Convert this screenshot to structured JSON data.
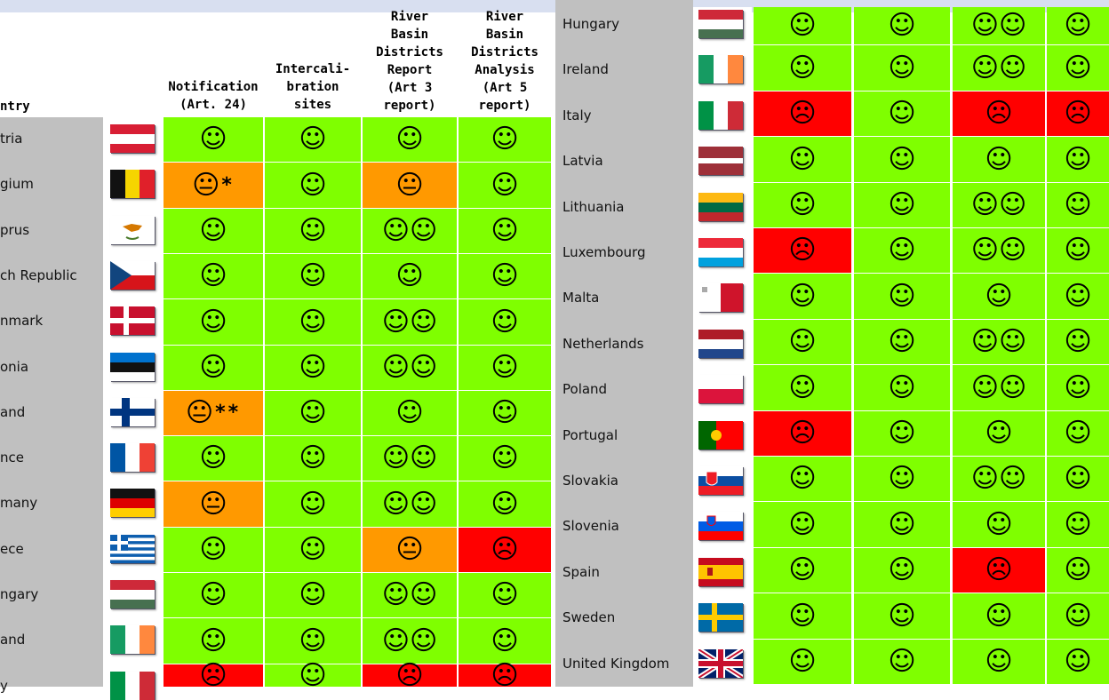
{
  "headers": [
    {
      "key": "country",
      "label": "ntry"
    },
    {
      "key": "notification",
      "label": "Notification\n(Art. 24)"
    },
    {
      "key": "intercal",
      "label": "Intercali-\nbration\nsites"
    },
    {
      "key": "art3",
      "label": "River\nBasin\nDistricts\nReport\n(Art 3\nreport)"
    },
    {
      "key": "art5",
      "label": "River\nBasin\nDistricts\nAnalysis\n(Art 5\nreport)"
    }
  ],
  "symbols": {
    "good": "☺",
    "neutral": "😐",
    "bad": "☹"
  },
  "colors": {
    "good": "#7fff00",
    "warn": "#ff9900",
    "bad": "#ff0000",
    "label_bg": "#c0c0c0"
  },
  "left_rows": [
    {
      "label": "tria",
      "flag": "austria",
      "cells": [
        [
          "good",
          "good",
          1,
          ""
        ],
        [
          "good",
          "good",
          1,
          ""
        ],
        [
          "good",
          "good",
          1,
          ""
        ],
        [
          "good",
          "good",
          1,
          ""
        ]
      ]
    },
    {
      "label": "gium",
      "flag": "belgium",
      "cells": [
        [
          "warn",
          "neutral",
          1,
          "*"
        ],
        [
          "good",
          "good",
          1,
          ""
        ],
        [
          "warn",
          "neutral",
          1,
          ""
        ],
        [
          "good",
          "good",
          1,
          ""
        ]
      ]
    },
    {
      "label": "prus",
      "flag": "cyprus",
      "cells": [
        [
          "good",
          "good",
          1,
          ""
        ],
        [
          "good",
          "good",
          1,
          ""
        ],
        [
          "good",
          "good",
          2,
          ""
        ],
        [
          "good",
          "good",
          1,
          ""
        ]
      ]
    },
    {
      "label": "ch Republic",
      "flag": "czech",
      "cells": [
        [
          "good",
          "good",
          1,
          ""
        ],
        [
          "good",
          "good",
          1,
          ""
        ],
        [
          "good",
          "good",
          1,
          ""
        ],
        [
          "good",
          "good",
          1,
          ""
        ]
      ]
    },
    {
      "label": "nmark",
      "flag": "denmark",
      "cells": [
        [
          "good",
          "good",
          1,
          ""
        ],
        [
          "good",
          "good",
          1,
          ""
        ],
        [
          "good",
          "good",
          2,
          ""
        ],
        [
          "good",
          "good",
          1,
          ""
        ]
      ]
    },
    {
      "label": "onia",
      "flag": "estonia",
      "cells": [
        [
          "good",
          "good",
          1,
          ""
        ],
        [
          "good",
          "good",
          1,
          ""
        ],
        [
          "good",
          "good",
          2,
          ""
        ],
        [
          "good",
          "good",
          1,
          ""
        ]
      ]
    },
    {
      "label": "and",
      "flag": "finland",
      "cells": [
        [
          "warn",
          "neutral",
          1,
          "**"
        ],
        [
          "good",
          "good",
          1,
          ""
        ],
        [
          "good",
          "good",
          1,
          ""
        ],
        [
          "good",
          "good",
          1,
          ""
        ]
      ]
    },
    {
      "label": "nce",
      "flag": "france",
      "cells": [
        [
          "good",
          "good",
          1,
          ""
        ],
        [
          "good",
          "good",
          1,
          ""
        ],
        [
          "good",
          "good",
          2,
          ""
        ],
        [
          "good",
          "good",
          1,
          ""
        ]
      ]
    },
    {
      "label": "many",
      "flag": "germany",
      "cells": [
        [
          "warn",
          "neutral",
          1,
          ""
        ],
        [
          "good",
          "good",
          1,
          ""
        ],
        [
          "good",
          "good",
          2,
          ""
        ],
        [
          "good",
          "good",
          1,
          ""
        ]
      ]
    },
    {
      "label": "ece",
      "flag": "greece",
      "cells": [
        [
          "good",
          "good",
          1,
          ""
        ],
        [
          "good",
          "good",
          1,
          ""
        ],
        [
          "warn",
          "neutral",
          1,
          ""
        ],
        [
          "bad",
          "bad",
          1,
          ""
        ]
      ]
    },
    {
      "label": "ngary",
      "flag": "hungary",
      "cells": [
        [
          "good",
          "good",
          1,
          ""
        ],
        [
          "good",
          "good",
          1,
          ""
        ],
        [
          "good",
          "good",
          2,
          ""
        ],
        [
          "good",
          "good",
          1,
          ""
        ]
      ]
    },
    {
      "label": "and",
      "flag": "ireland",
      "cells": [
        [
          "good",
          "good",
          1,
          ""
        ],
        [
          "good",
          "good",
          1,
          ""
        ],
        [
          "good",
          "good",
          2,
          ""
        ],
        [
          "good",
          "good",
          1,
          ""
        ]
      ]
    },
    {
      "label": "y",
      "flag": "italy",
      "cells": [
        [
          "bad",
          "bad",
          1,
          ""
        ],
        [
          "good",
          "good",
          1,
          ""
        ],
        [
          "bad",
          "bad",
          1,
          ""
        ],
        [
          "bad",
          "bad",
          1,
          ""
        ]
      ]
    }
  ],
  "right_rows": [
    {
      "label": "Hungary",
      "flag": "hungary",
      "cells": [
        [
          "good",
          "good",
          1,
          ""
        ],
        [
          "good",
          "good",
          1,
          ""
        ],
        [
          "good",
          "good",
          2,
          ""
        ],
        [
          "good",
          "good",
          1,
          ""
        ]
      ]
    },
    {
      "label": "Ireland",
      "flag": "ireland",
      "cells": [
        [
          "good",
          "good",
          1,
          ""
        ],
        [
          "good",
          "good",
          1,
          ""
        ],
        [
          "good",
          "good",
          2,
          ""
        ],
        [
          "good",
          "good",
          1,
          ""
        ]
      ]
    },
    {
      "label": "Italy",
      "flag": "italy",
      "cells": [
        [
          "bad",
          "bad",
          1,
          ""
        ],
        [
          "good",
          "good",
          1,
          ""
        ],
        [
          "bad",
          "bad",
          1,
          ""
        ],
        [
          "bad",
          "bad",
          1,
          ""
        ]
      ]
    },
    {
      "label": "Latvia",
      "flag": "latvia",
      "cells": [
        [
          "good",
          "good",
          1,
          ""
        ],
        [
          "good",
          "good",
          1,
          ""
        ],
        [
          "good",
          "good",
          1,
          ""
        ],
        [
          "good",
          "good",
          1,
          ""
        ]
      ]
    },
    {
      "label": "Lithuania",
      "flag": "lithuania",
      "cells": [
        [
          "good",
          "good",
          1,
          ""
        ],
        [
          "good",
          "good",
          1,
          ""
        ],
        [
          "good",
          "good",
          2,
          ""
        ],
        [
          "good",
          "good",
          1,
          ""
        ]
      ]
    },
    {
      "label": "Luxembourg",
      "flag": "luxembourg",
      "cells": [
        [
          "bad",
          "bad",
          1,
          ""
        ],
        [
          "good",
          "good",
          1,
          ""
        ],
        [
          "good",
          "good",
          2,
          ""
        ],
        [
          "good",
          "good",
          1,
          ""
        ]
      ]
    },
    {
      "label": "Malta",
      "flag": "malta",
      "cells": [
        [
          "good",
          "good",
          1,
          ""
        ],
        [
          "good",
          "good",
          1,
          ""
        ],
        [
          "good",
          "good",
          1,
          ""
        ],
        [
          "good",
          "good",
          1,
          ""
        ]
      ]
    },
    {
      "label": "Netherlands",
      "flag": "netherlands",
      "cells": [
        [
          "good",
          "good",
          1,
          ""
        ],
        [
          "good",
          "good",
          1,
          ""
        ],
        [
          "good",
          "good",
          2,
          ""
        ],
        [
          "good",
          "good",
          1,
          ""
        ]
      ]
    },
    {
      "label": "Poland",
      "flag": "poland",
      "cells": [
        [
          "good",
          "good",
          1,
          ""
        ],
        [
          "good",
          "good",
          1,
          ""
        ],
        [
          "good",
          "good",
          2,
          ""
        ],
        [
          "good",
          "good",
          1,
          ""
        ]
      ]
    },
    {
      "label": "Portugal",
      "flag": "portugal",
      "cells": [
        [
          "bad",
          "bad",
          1,
          ""
        ],
        [
          "good",
          "good",
          1,
          ""
        ],
        [
          "good",
          "good",
          1,
          ""
        ],
        [
          "good",
          "good",
          1,
          ""
        ]
      ]
    },
    {
      "label": "Slovakia",
      "flag": "slovakia",
      "cells": [
        [
          "good",
          "good",
          1,
          ""
        ],
        [
          "good",
          "good",
          1,
          ""
        ],
        [
          "good",
          "good",
          2,
          ""
        ],
        [
          "good",
          "good",
          1,
          ""
        ]
      ]
    },
    {
      "label": "Slovenia",
      "flag": "slovenia",
      "cells": [
        [
          "good",
          "good",
          1,
          ""
        ],
        [
          "good",
          "good",
          1,
          ""
        ],
        [
          "good",
          "good",
          1,
          ""
        ],
        [
          "good",
          "good",
          1,
          ""
        ]
      ]
    },
    {
      "label": "Spain",
      "flag": "spain",
      "cells": [
        [
          "good",
          "good",
          1,
          ""
        ],
        [
          "good",
          "good",
          1,
          ""
        ],
        [
          "bad",
          "bad",
          1,
          ""
        ],
        [
          "good",
          "good",
          1,
          ""
        ]
      ]
    },
    {
      "label": "Sweden",
      "flag": "sweden",
      "cells": [
        [
          "good",
          "good",
          1,
          ""
        ],
        [
          "good",
          "good",
          1,
          ""
        ],
        [
          "good",
          "good",
          1,
          ""
        ],
        [
          "good",
          "good",
          1,
          ""
        ]
      ]
    },
    {
      "label": "United Kingdom",
      "flag": "uk",
      "cells": [
        [
          "good",
          "good",
          1,
          ""
        ],
        [
          "good",
          "good",
          1,
          ""
        ],
        [
          "good",
          "good",
          1,
          ""
        ],
        [
          "good",
          "good",
          1,
          ""
        ]
      ]
    }
  ]
}
